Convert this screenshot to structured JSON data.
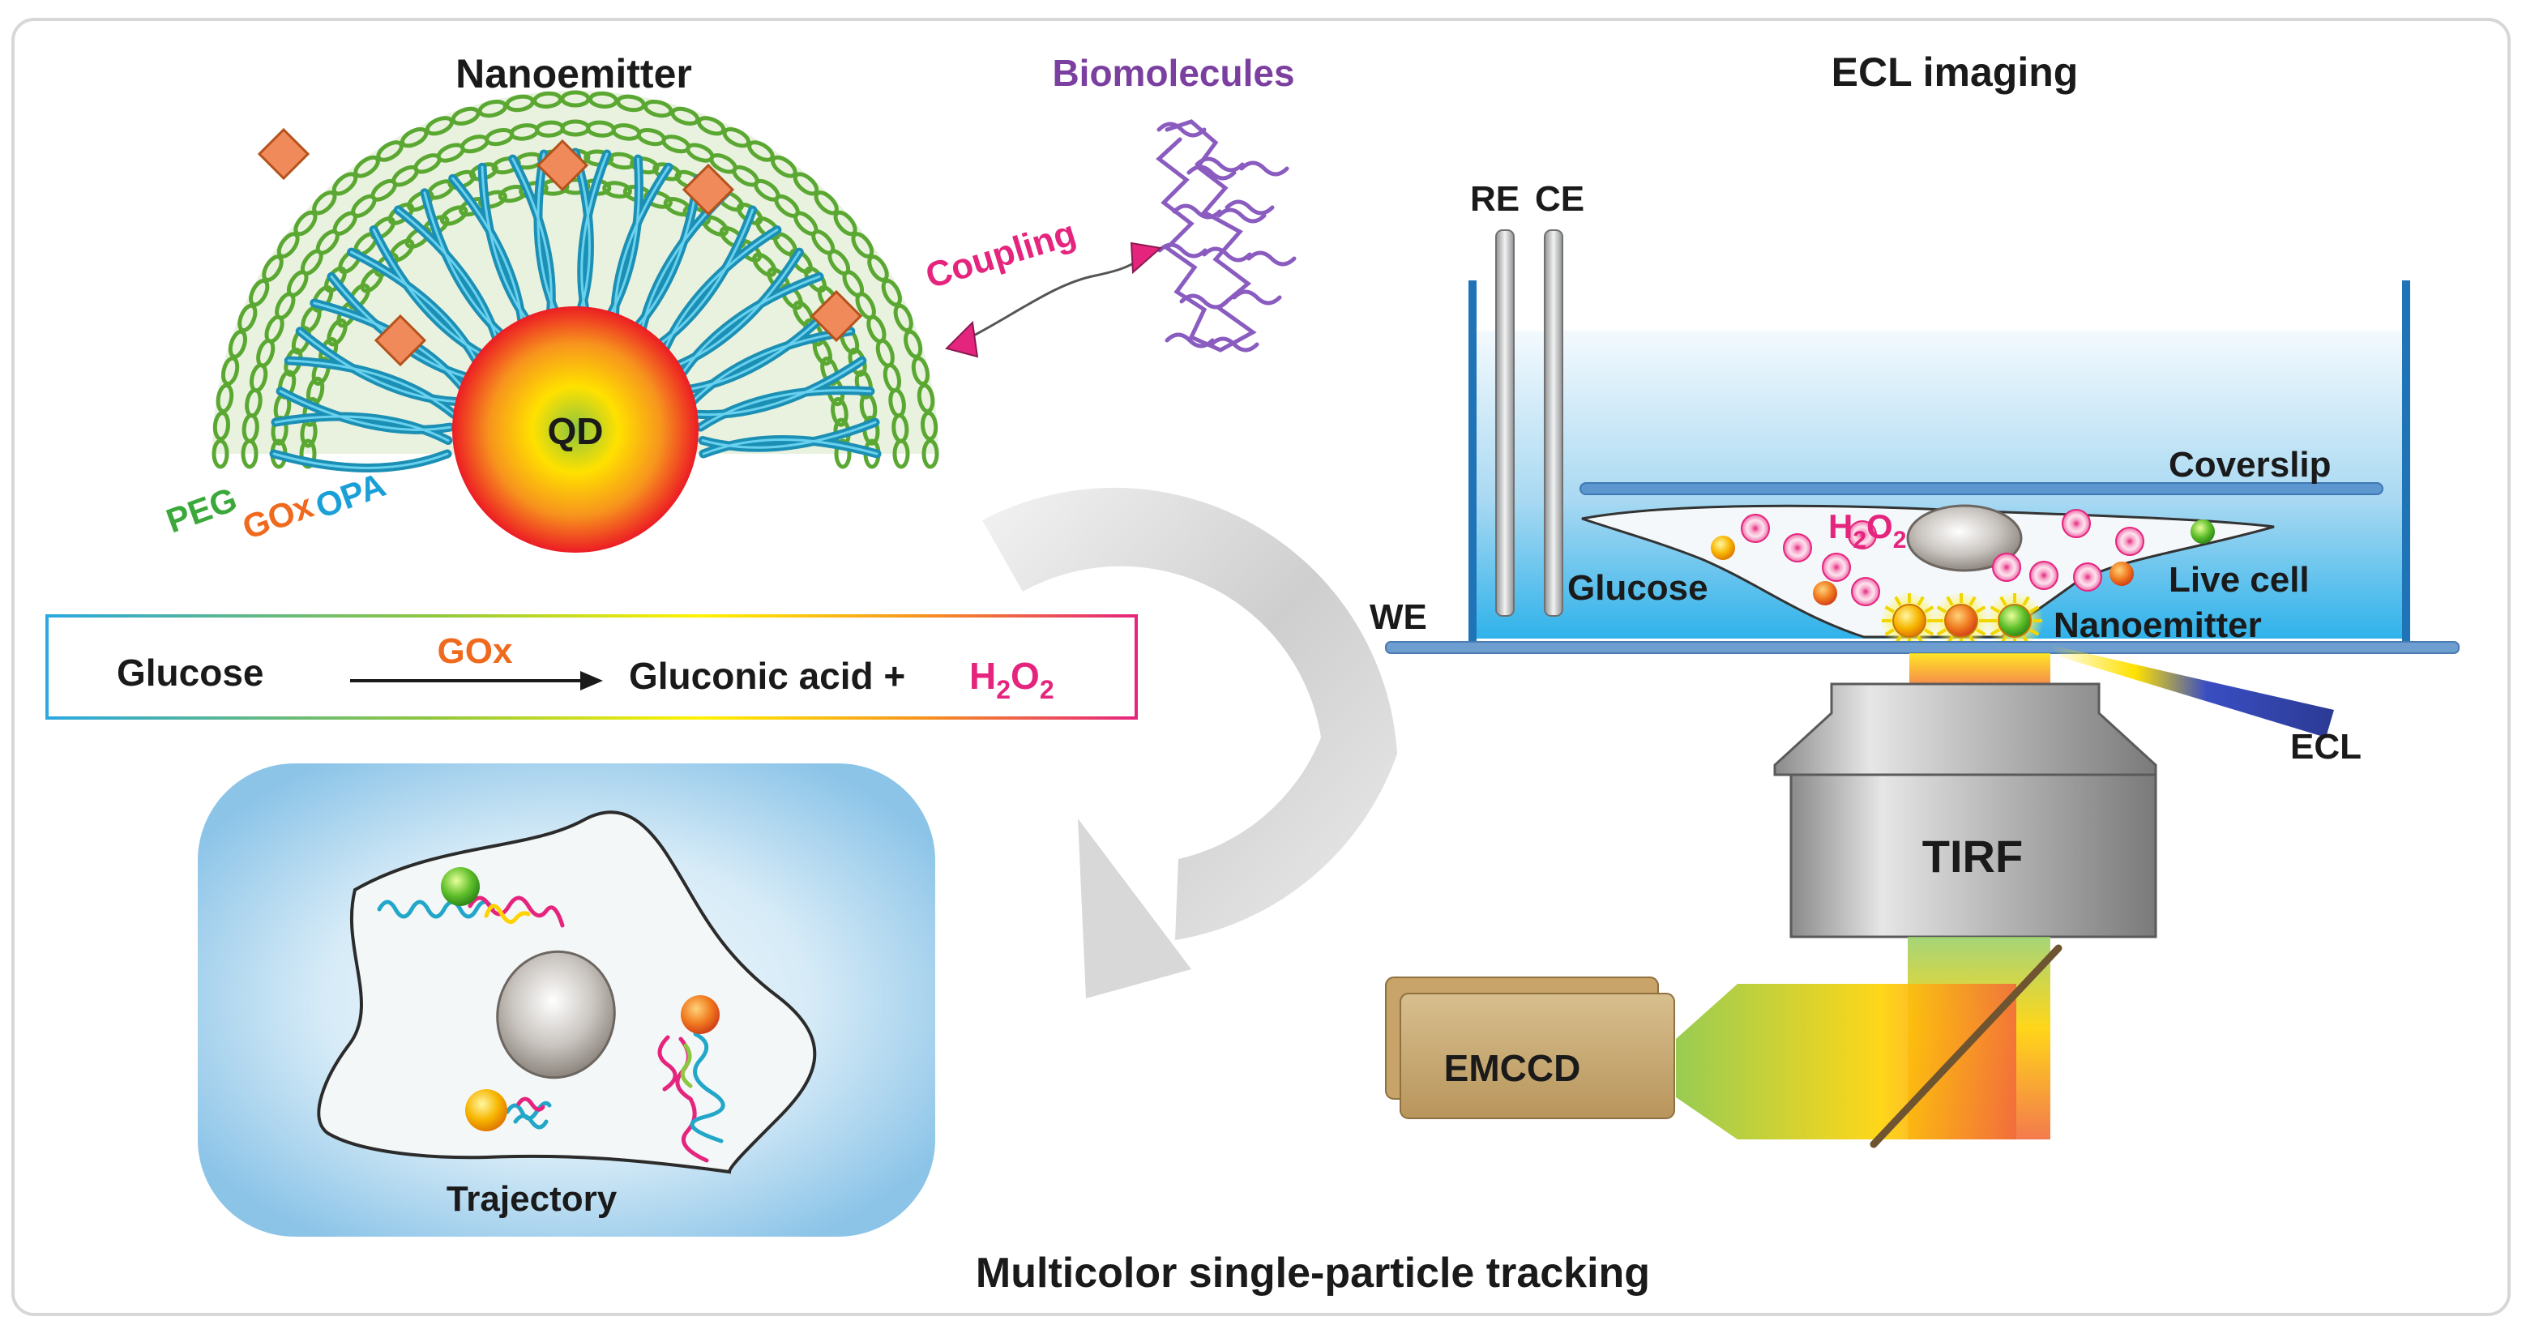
{
  "nanoemitter": {
    "title": "Nanoemitter",
    "core_label": "QD",
    "layer_labels": {
      "peg": "PEG",
      "gox": "GOx",
      "opa": "OPA"
    },
    "biomolecules_label": "Biomolecules",
    "coupling_label": "Coupling"
  },
  "reaction": {
    "reactant": "Glucose",
    "enzyme": "GOx",
    "product": "Gluconic acid + ",
    "h2o2": {
      "base1": "H",
      "sub1": "2",
      "base2": "O",
      "sub2": "2"
    }
  },
  "cell_panel": {
    "label": "Trajectory"
  },
  "ecl_setup": {
    "title": "ECL imaging",
    "reference_electrode": "RE",
    "counter_electrode": "CE",
    "working_electrode": "WE",
    "coverslip": "Coverslip",
    "glucose": "Glucose",
    "h2o2": {
      "base1": "H",
      "sub1": "2",
      "base2": "O",
      "sub2": "2"
    },
    "live_cell": "Live cell",
    "nanoemitter": "Nanoemitter",
    "ecl": "ECL",
    "objective": "TIRF",
    "camera": "EMCCD"
  },
  "footer": {
    "caption": "Multicolor single-particle tracking"
  },
  "colors": {
    "peg": "#3aa83a",
    "gox": "#ef6a1e",
    "opa": "#1a9fd6",
    "magenta": "#e5247e",
    "purple": "#7b3fa0",
    "diamond": "#f08a5a"
  }
}
